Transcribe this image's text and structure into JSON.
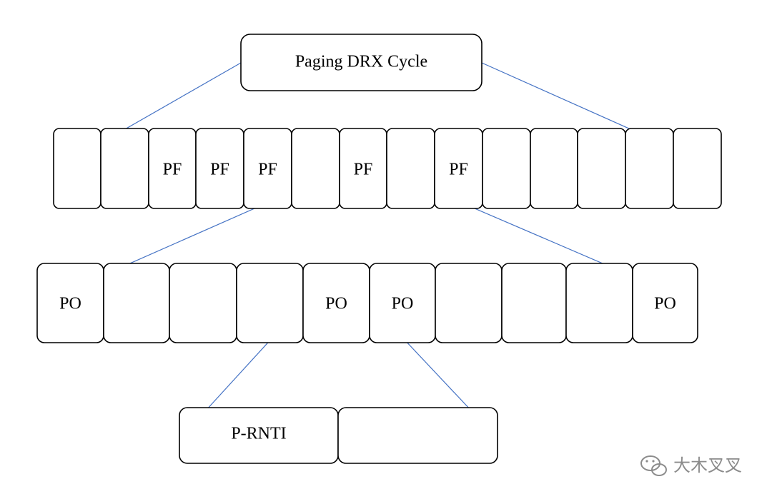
{
  "title_box": {
    "label": "Paging DRX Cycle"
  },
  "pf_row": {
    "cells": [
      "",
      "",
      "PF",
      "PF",
      "PF",
      "",
      "PF",
      "",
      "PF",
      "",
      "",
      "",
      "",
      ""
    ]
  },
  "po_row": {
    "cells": [
      "PO",
      "",
      "",
      "",
      "PO",
      "PO",
      "",
      "",
      "",
      "PO"
    ]
  },
  "bottom_row": {
    "cells": [
      "P-RNTI",
      ""
    ]
  },
  "watermark": {
    "text": "大木叉叉",
    "icon": "wechat-icon"
  },
  "colors": {
    "arrow": "#4472c4",
    "box_stroke": "#000000",
    "watermark": "#8c8c8c"
  }
}
